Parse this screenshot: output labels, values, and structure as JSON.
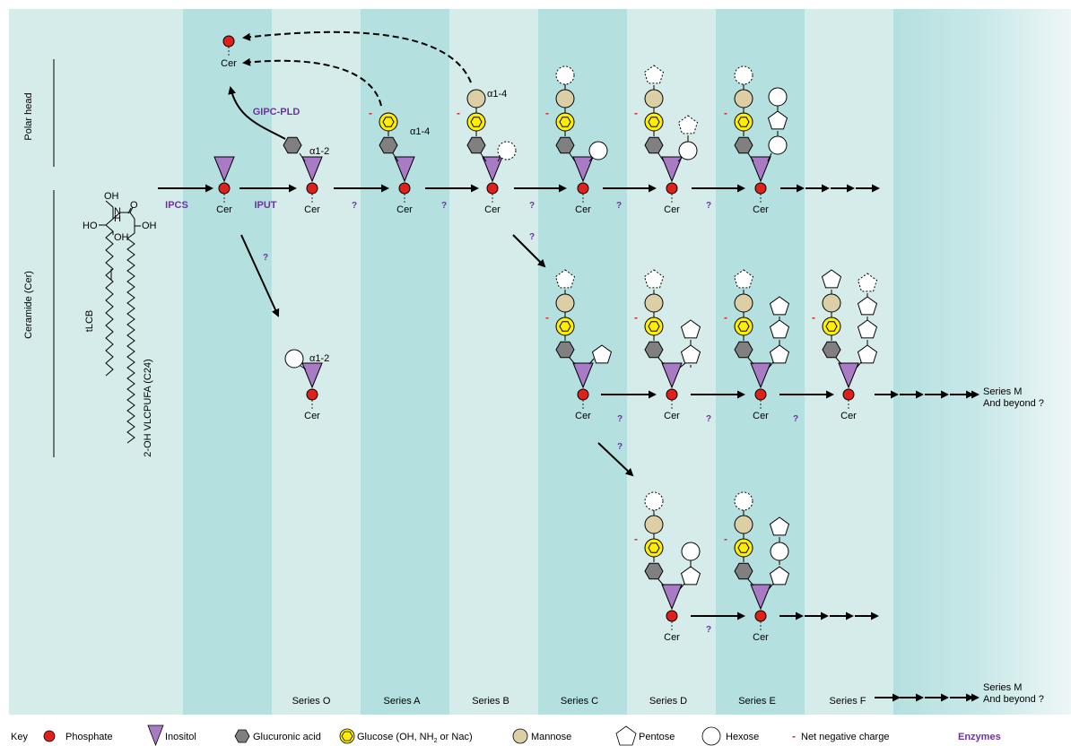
{
  "colors": {
    "band_light": "#d6ecea",
    "band_dark": "#b5e0e0",
    "phosphate": "#e0201b",
    "inositol": "#a87bc4",
    "glucuronic": "#808080",
    "glucose_fill": "#ffee00",
    "mannose": "#dccfa5",
    "enzyme": "#7030a0",
    "negative": "#e0201b"
  },
  "side_labels": {
    "polar_head": "Polar head",
    "ceramide": "Ceramide (Cer)"
  },
  "ceramide_structure": {
    "tlcb": "tLCB",
    "vlcpufa": "2-OH VLCPUFA (C24)",
    "oh": "OH",
    "ho": "HO",
    "nh_n": "N",
    "nh_h": "H",
    "o": "O"
  },
  "cer_label": "Cer",
  "enzymes": {
    "ipcs": "IPCS",
    "iput": "IPUT",
    "gipc_pld": "GIPC-PLD"
  },
  "unknown": "?",
  "neg_sign": "-",
  "linkages": {
    "a1_2": "α1-2",
    "a1_4": "α1-4"
  },
  "series": [
    "Series O",
    "Series A",
    "Series B",
    "Series C",
    "Series D",
    "Series E",
    "Series F"
  ],
  "series_end": {
    "line1": "Series M",
    "line2": "And beyond ?"
  },
  "key": {
    "title": "Key",
    "phosphate": "Phosphate",
    "inositol": "Inositol",
    "glucuronic": "Glucuronic acid",
    "glucose_pre": "Glucose (OH, NH",
    "glucose_sub": "2",
    "glucose_post": " or Nac)",
    "mannose": "Mannose",
    "pentose": "Pentose",
    "hexose": "Hexose",
    "neg_sign": "-",
    "neg_label": "Net negative charge",
    "enzymes": "Enzymes"
  }
}
